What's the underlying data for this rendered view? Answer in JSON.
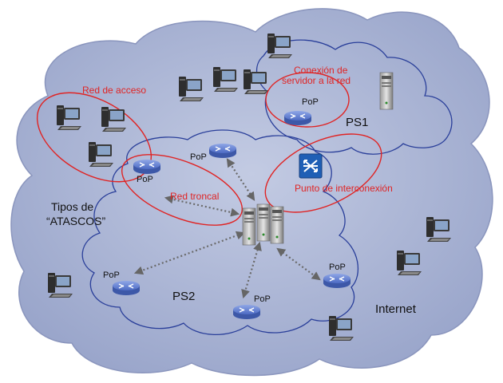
{
  "labels": {
    "red_acceso": "Red de acceso",
    "conexion_l1": "Conexión de",
    "conexion_l2": "servidor a la red",
    "red_troncal": "Red troncal",
    "punto_interconexion": "Punto de interconexión",
    "tipos_l1": "Tipos de",
    "tipos_l2": "“ATASCOS”",
    "ps1": "PS1",
    "ps2": "PS2",
    "internet": "Internet"
  },
  "pop_label": "PoP",
  "colors": {
    "cloud_fill": "#aab4d4",
    "cloud_outline": "#8a95bd",
    "network_outline": "#2a3f9a",
    "highlight": "#e02424",
    "router": "#5a7ad0",
    "interconnect_router": "#1f5fb5",
    "arrow": "#666666",
    "text": "#111111"
  },
  "icons": {
    "pc": "desktop-computer-icon",
    "server": "server-tower-icon",
    "router": "router-icon",
    "switch": "interconnect-router-icon"
  }
}
